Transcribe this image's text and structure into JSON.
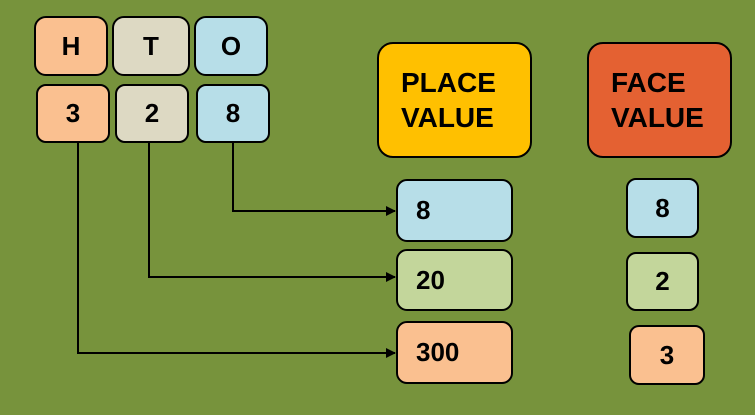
{
  "headers": {
    "hundreds": "H",
    "tens": "T",
    "ones": "O"
  },
  "digits": {
    "hundreds": "3",
    "tens": "2",
    "ones": "8"
  },
  "place_value": {
    "title_line1": "PLACE",
    "title_line2": "VALUE",
    "values": [
      "8",
      "20",
      "300"
    ]
  },
  "face_value": {
    "title_line1": "FACE",
    "title_line2": "VALUE",
    "values": [
      "8",
      "2",
      "3"
    ]
  },
  "colors": {
    "background": "#77933c",
    "hundreds": "#fac090",
    "tens": "#ddd9c3",
    "ones": "#b7dee8",
    "tens_value": "#c3d69b",
    "place_value_title": "#ffc000",
    "face_value_title": "#e46132"
  }
}
